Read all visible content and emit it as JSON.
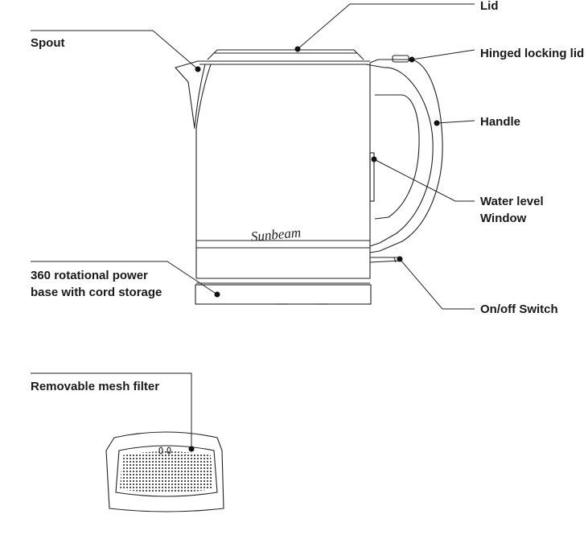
{
  "diagram": {
    "labels": {
      "lid": "Lid",
      "hinged_lid": "Hinged locking lid",
      "handle": "Handle",
      "water_level_line1": "Water level",
      "water_level_line2": "Window",
      "switch": "On/off Switch",
      "base_line1": "360 rotational power",
      "base_line2": "base with cord storage",
      "spout": "Spout",
      "filter": "Removable mesh filter"
    },
    "brand": "Sunbeam"
  }
}
